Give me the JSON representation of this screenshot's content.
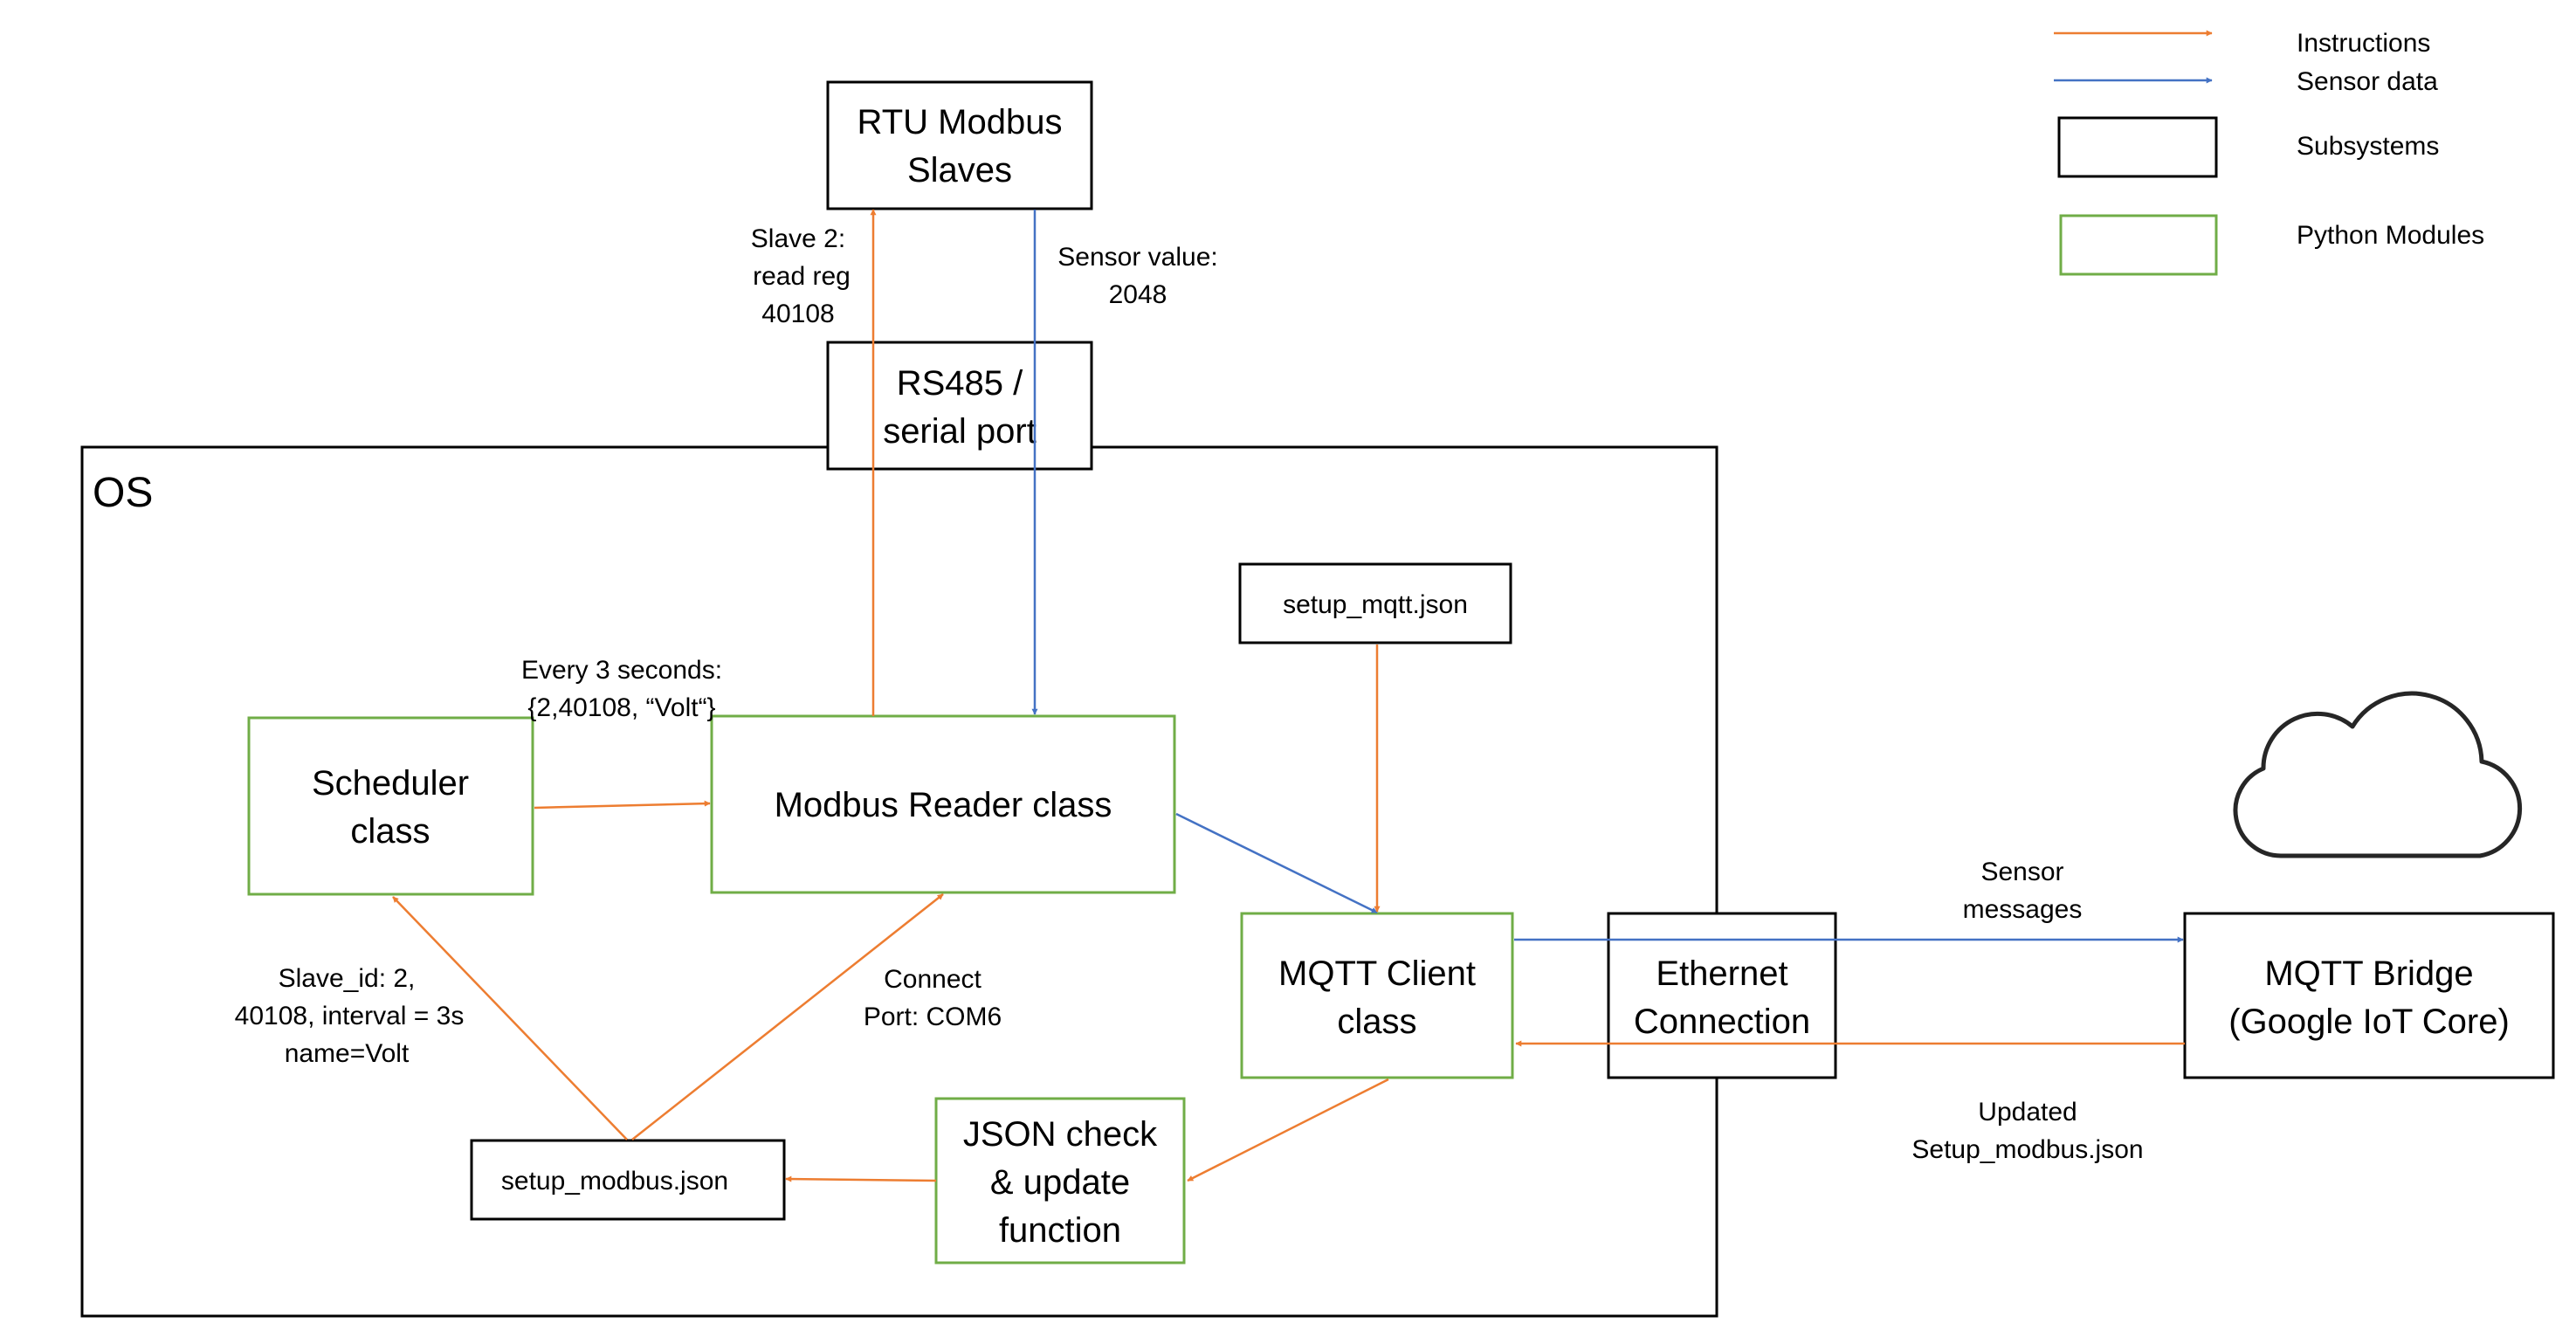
{
  "diagram": {
    "colors": {
      "instruction": "#ED7D31",
      "sensor": "#4472C4",
      "subsystem_border": "#000000",
      "module_border": "#70AD47"
    },
    "legend": {
      "instructions": "Instructions",
      "sensor_data": "Sensor data",
      "subsystems": "Subsystems",
      "python_modules": "Python Modules"
    },
    "os_label": "OS",
    "nodes": {
      "rtu": [
        "RTU Modbus",
        "Slaves"
      ],
      "rs485": [
        "RS485 /",
        "serial port"
      ],
      "setup_mqtt": "setup_mqtt.json",
      "scheduler": [
        "Scheduler",
        "class"
      ],
      "modbus_reader": "Modbus Reader class",
      "mqtt_client": [
        "MQTT Client",
        "class"
      ],
      "ethernet": [
        "Ethernet",
        "Connection"
      ],
      "mqtt_bridge": [
        "MQTT Bridge",
        "(Google IoT Core)"
      ],
      "json_check": [
        "JSON check",
        "& update",
        "function"
      ],
      "setup_modbus": "setup_modbus.json"
    },
    "labels": {
      "slave_read": [
        "Slave 2:",
        "read reg",
        "40108"
      ],
      "sensor_value": [
        "Sensor value:",
        "2048"
      ],
      "every_3": [
        "Every 3 seconds:",
        "{2,40108, “Volt“}"
      ],
      "slave_id": [
        "Slave_id: 2,",
        "40108, interval = 3s",
        "name=Volt"
      ],
      "connect": [
        "Connect",
        "Port: COM6"
      ],
      "sensor_msgs": [
        "Sensor",
        "messages"
      ],
      "updated": [
        "Updated",
        "Setup_modbus.json"
      ]
    },
    "icons": {
      "cloud": "cloud-icon"
    }
  }
}
